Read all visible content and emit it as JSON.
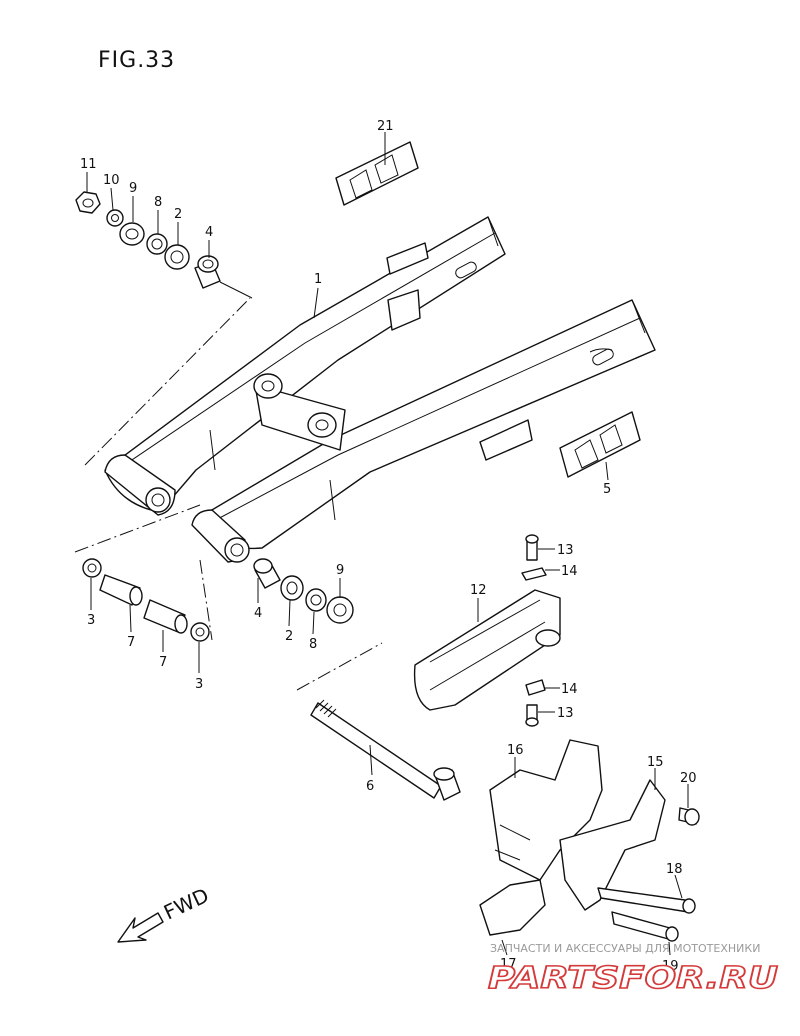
{
  "figure": {
    "title": "FIG.33"
  },
  "direction": {
    "label": "FWD"
  },
  "callouts": {
    "c1": "1",
    "c2a": "2",
    "c2b": "2",
    "c3a": "3",
    "c3b": "3",
    "c4a": "4",
    "c4b": "4",
    "c5": "5",
    "c6": "6",
    "c7a": "7",
    "c7b": "7",
    "c8a": "8",
    "c8b": "8",
    "c9a": "9",
    "c9b": "9",
    "c10": "10",
    "c11": "11",
    "c12": "12",
    "c13a": "13",
    "c13b": "13",
    "c14a": "14",
    "c14b": "14",
    "c15": "15",
    "c16": "16",
    "c17": "17",
    "c18": "18",
    "c19": "19",
    "c20": "20",
    "c21": "21"
  },
  "watermark": {
    "caption": "ЗАПЧАСТИ И АКСЕССУАРЫ ДЛЯ МОТОТЕХНИКИ",
    "brand": "PARTSFOR.RU"
  }
}
